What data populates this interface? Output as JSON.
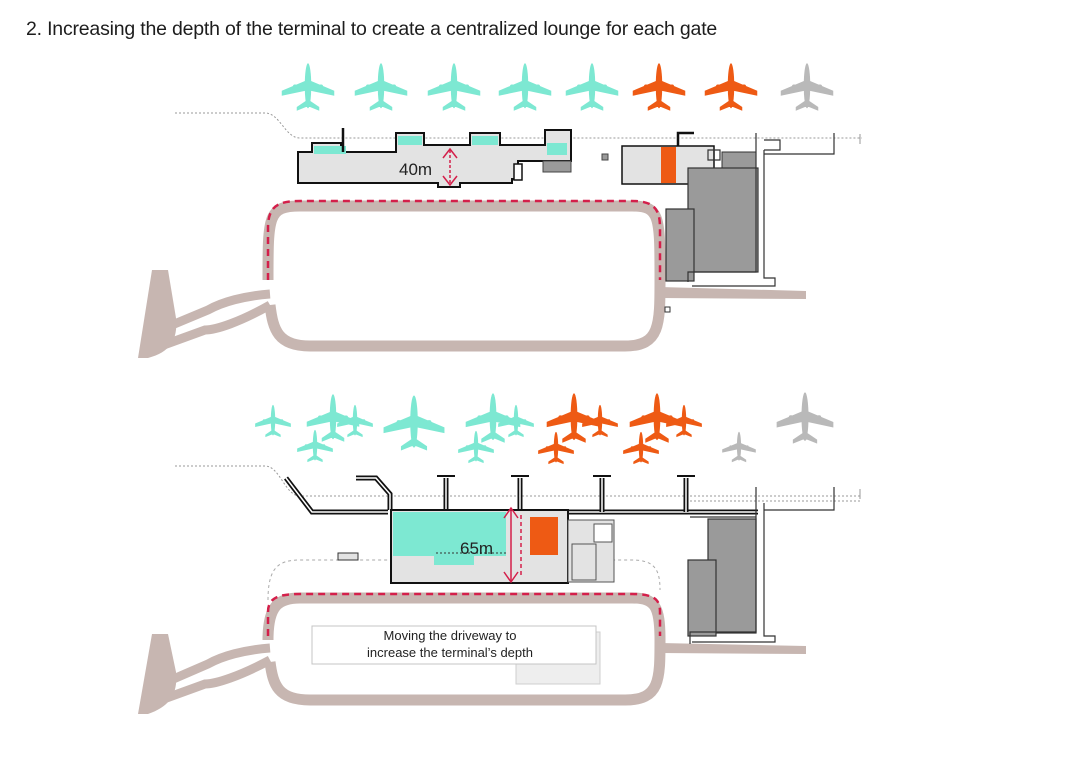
{
  "title": "2. Increasing the depth of the terminal to create a centralized lounge for each gate",
  "colors": {
    "contact_gate": "#7de8d2",
    "orange_gate": "#ee5a14",
    "grey_plane": "#b9b9b9",
    "terminal_fill": "#e3e3e3",
    "roadway": "#c7b6b1",
    "highlight": "#d41f4a",
    "building_dark": "#9a9a9a"
  },
  "panels": {
    "current": {
      "depth_label": "40m"
    },
    "proposed": {
      "depth_label": "65m",
      "note_line1": "Moving the driveway to",
      "note_line2": "increase the terminal’s depth"
    }
  }
}
